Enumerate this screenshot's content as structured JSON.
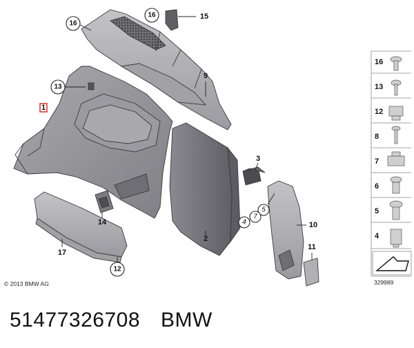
{
  "callouts": {
    "c1": "1",
    "c2": "2",
    "c3": "3",
    "c4": "4",
    "c5": "5",
    "c7": "7",
    "c9": "9",
    "c10": "10",
    "c11": "11",
    "c12": "12",
    "c13": "13",
    "c14": "14",
    "c15": "15",
    "c16": "16",
    "c17": "17"
  },
  "legend": [
    "16",
    "13",
    "12",
    "8",
    "7",
    "6",
    "5",
    "4"
  ],
  "copyright": "© 2013 BMW AG",
  "diagram_id": "329989",
  "part_number": "51477326708",
  "brand": "BMW",
  "colors": {
    "panel_fill": "#8f8f94",
    "panel_light": "#b4b4b8",
    "panel_dark": "#6b6b70",
    "highlight_red": "#d21f1f"
  }
}
